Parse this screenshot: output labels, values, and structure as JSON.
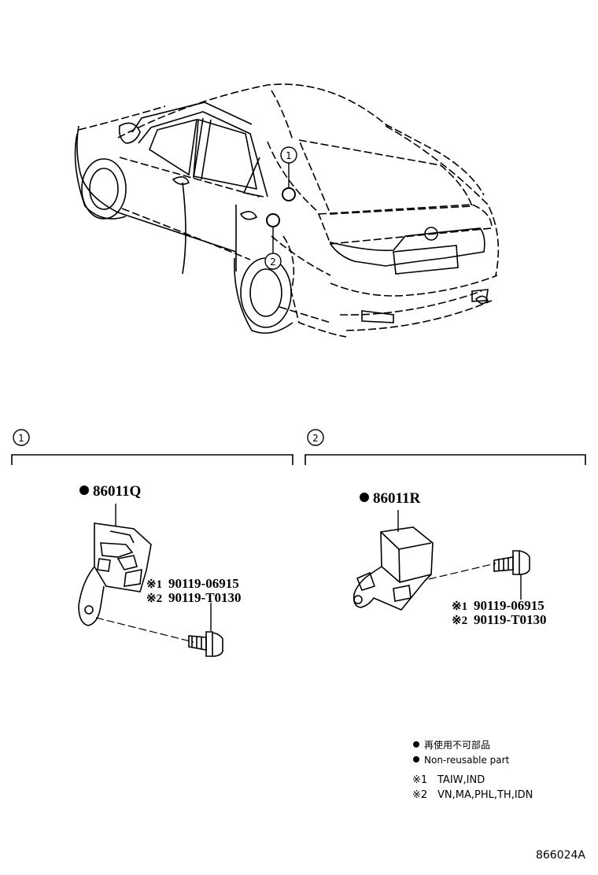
{
  "callouts": {
    "car_1": "1",
    "car_2": "2",
    "section_1": "1",
    "section_2": "2"
  },
  "section_1": {
    "part_number": "86011Q",
    "bolt_1_mark": "※1",
    "bolt_1_number": "90119-06915",
    "bolt_2_mark": "※2",
    "bolt_2_number": "90119-T0130"
  },
  "section_2": {
    "part_number": "86011R",
    "bolt_1_mark": "※1",
    "bolt_1_number": "90119-06915",
    "bolt_2_mark": "※2",
    "bolt_2_number": "90119-T0130"
  },
  "legend": {
    "item_1_text": "再使用不可部品",
    "item_2_text": "Non-reusable part",
    "note_1_mark": "※1",
    "note_1_text": "TAIW,IND",
    "note_2_mark": "※2",
    "note_2_text": "VN,MA,PHL,TH,IDN"
  },
  "diagram_id": "866024A",
  "icons": {
    "bullet": "filled-circle",
    "marker": "reference-mark"
  }
}
